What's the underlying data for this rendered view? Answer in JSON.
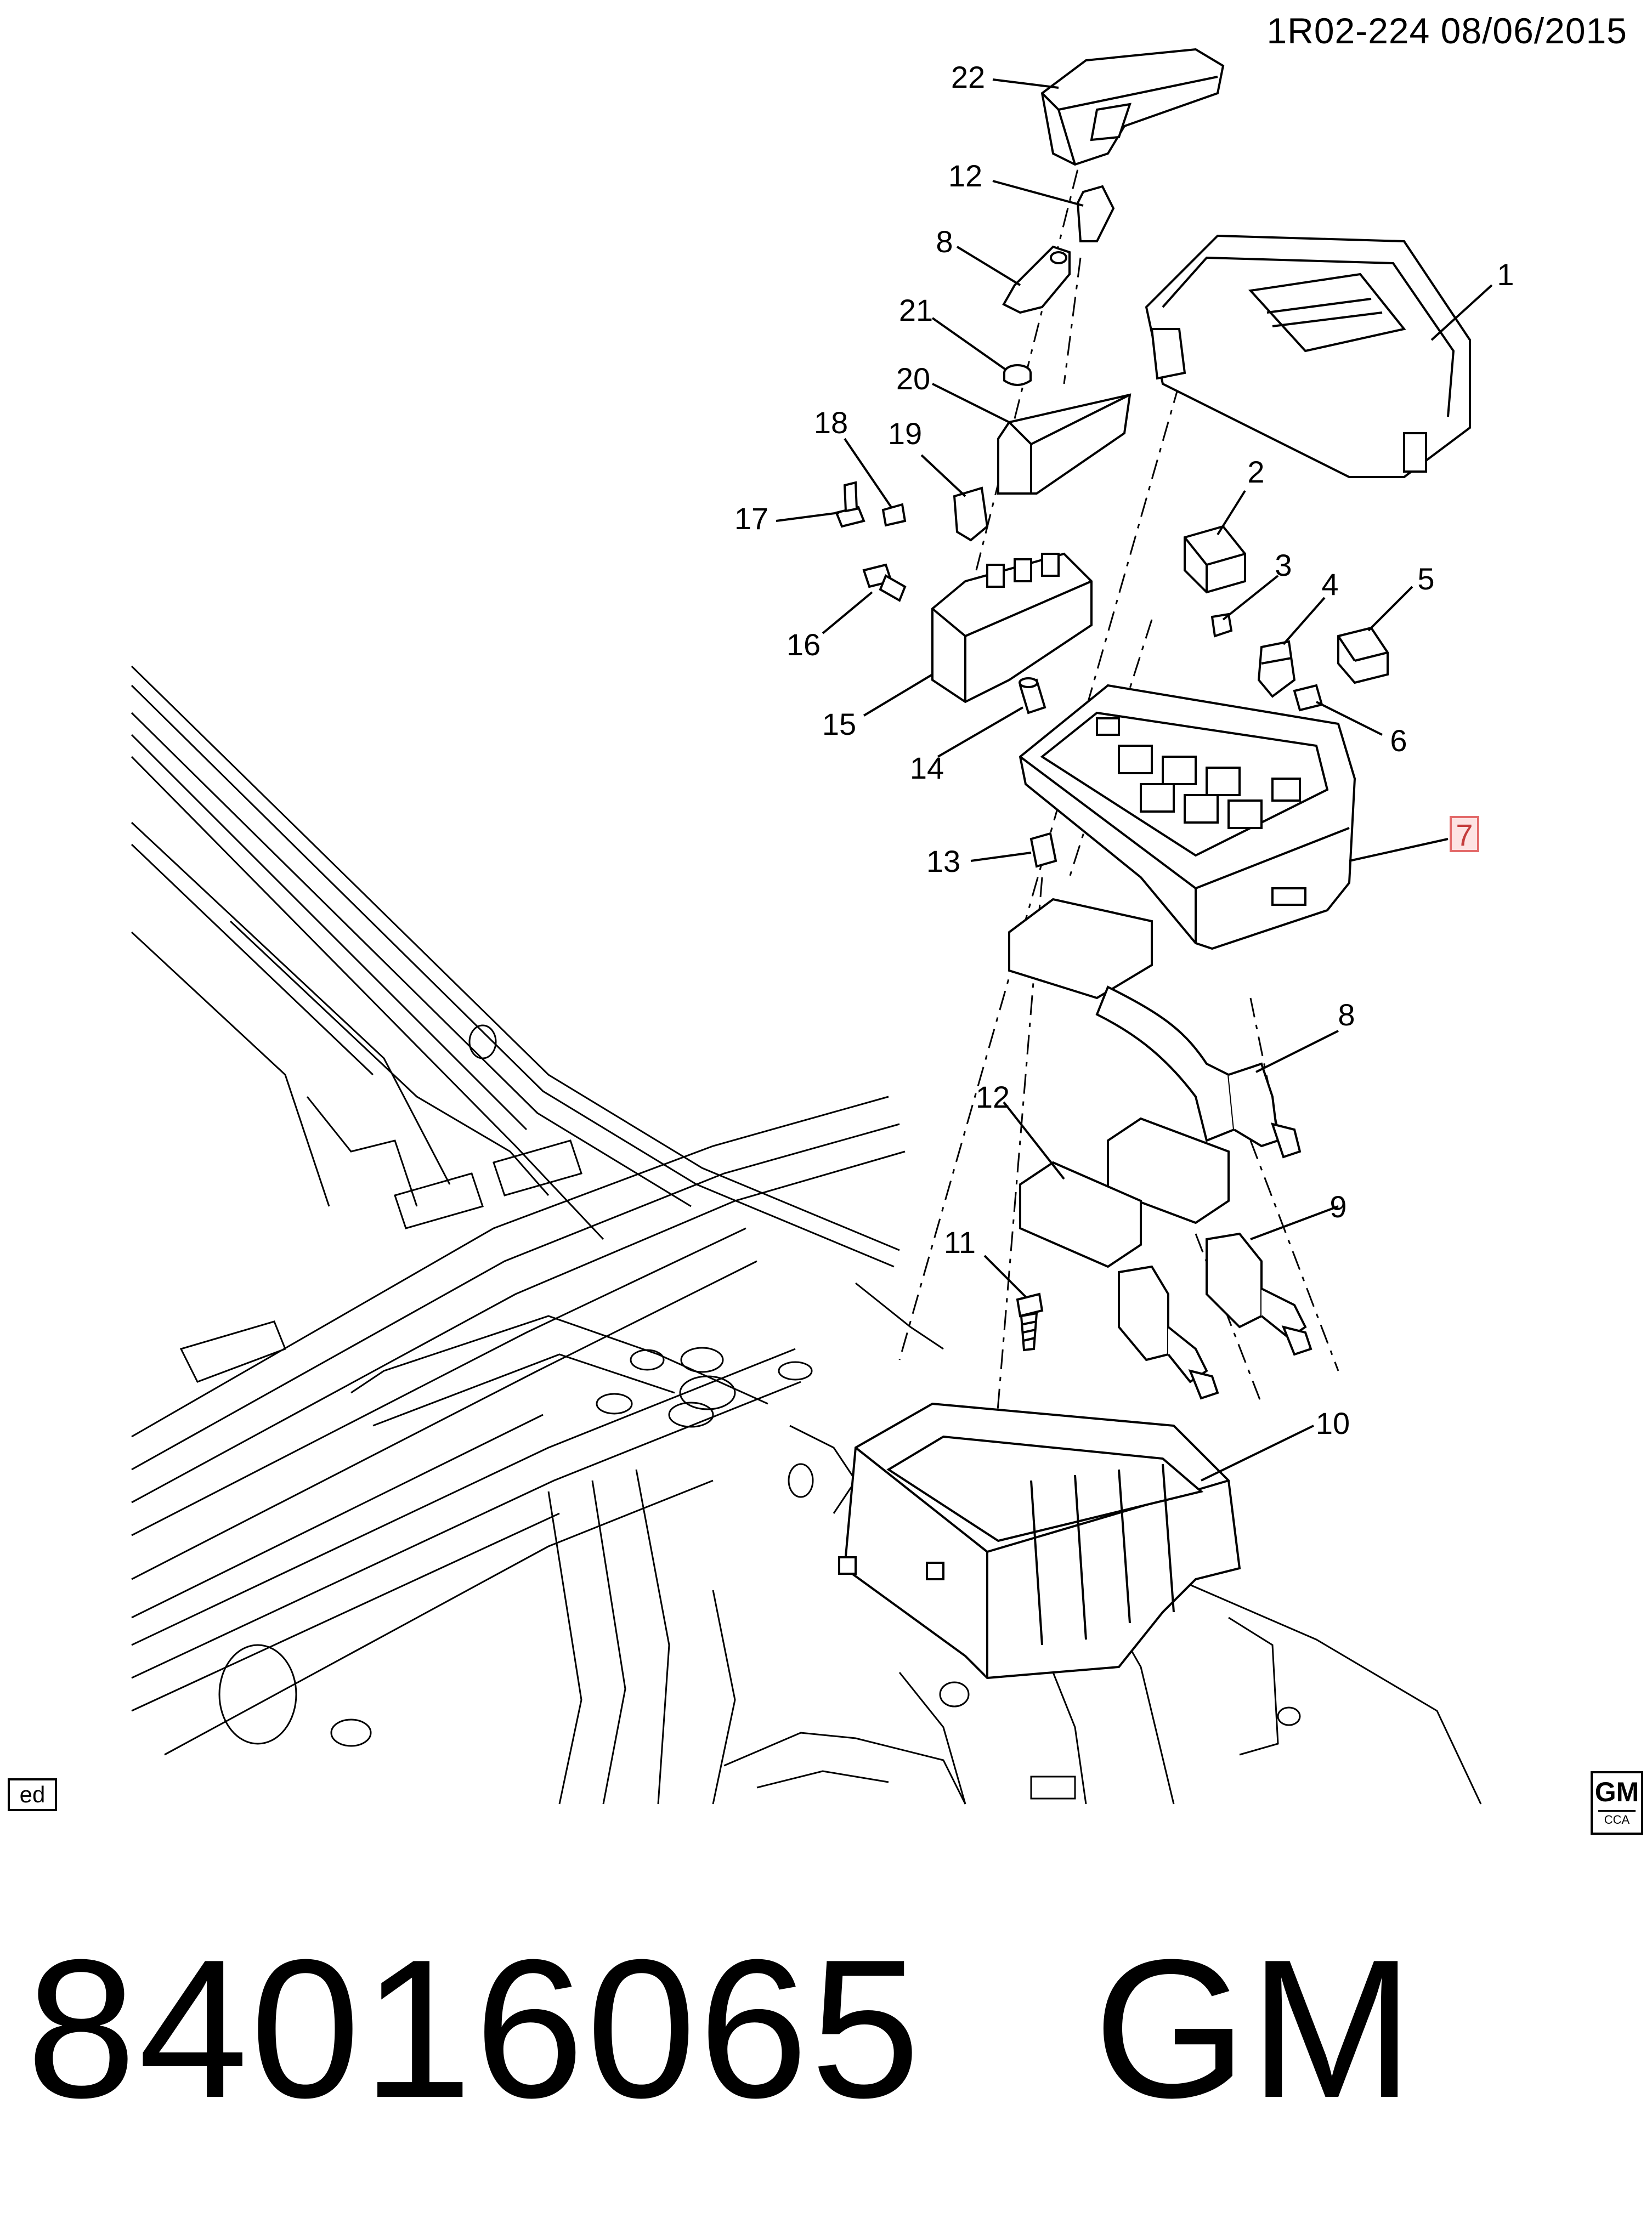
{
  "header": {
    "code_date": "1R02-224  08/06/2015"
  },
  "footer": {
    "part_number": "84016065",
    "brand": "GM"
  },
  "corner_box": {
    "label": "ed"
  },
  "logo": {
    "brand": "GM",
    "sub": "CCA"
  },
  "callouts": [
    {
      "label": "22"
    },
    {
      "label": "12"
    },
    {
      "label": "8"
    },
    {
      "label": "21"
    },
    {
      "label": "20"
    },
    {
      "label": "18"
    },
    {
      "label": "19"
    },
    {
      "label": "17"
    },
    {
      "label": "16"
    },
    {
      "label": "15"
    },
    {
      "label": "14"
    },
    {
      "label": "13"
    },
    {
      "label": "1"
    },
    {
      "label": "2"
    },
    {
      "label": "3"
    },
    {
      "label": "4"
    },
    {
      "label": "5"
    },
    {
      "label": "6"
    },
    {
      "label": "7"
    },
    {
      "label": "8"
    },
    {
      "label": "12"
    },
    {
      "label": "9"
    },
    {
      "label": "11"
    },
    {
      "label": "10"
    }
  ],
  "highlighted_callout": "7",
  "colors": {
    "line": "#000000",
    "highlight": "#e36a6a",
    "highlight_fill": "#fde3e3"
  }
}
